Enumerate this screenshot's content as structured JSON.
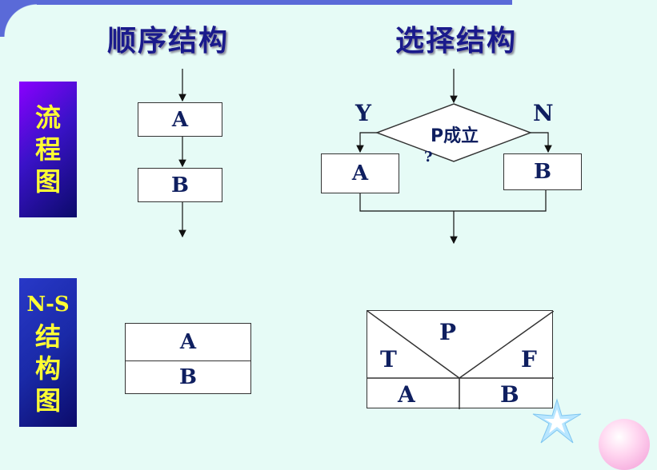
{
  "headings": {
    "sequential": "顺序结构",
    "selection": "选择结构"
  },
  "side_labels": {
    "flowchart": [
      "流",
      "程",
      "图"
    ],
    "ns": [
      "N-S",
      "结",
      "构",
      "图"
    ]
  },
  "sequential_flow": {
    "box1": "A",
    "box2": "B"
  },
  "selection_flow": {
    "condition_line1": "P成立",
    "condition_line2": "?",
    "yes_label": "Y",
    "no_label": "N",
    "yes_box": "A",
    "no_box": "B"
  },
  "sequential_ns": {
    "row1": "A",
    "row2": "B"
  },
  "selection_ns": {
    "condition": "P",
    "true_label": "T",
    "false_label": "F",
    "true_box": "A",
    "false_box": "B"
  },
  "colors": {
    "background": "#e6fbf6",
    "heading": "#1a1a8c",
    "label_text": "#ffff33",
    "box_text": "#0f1f60"
  }
}
